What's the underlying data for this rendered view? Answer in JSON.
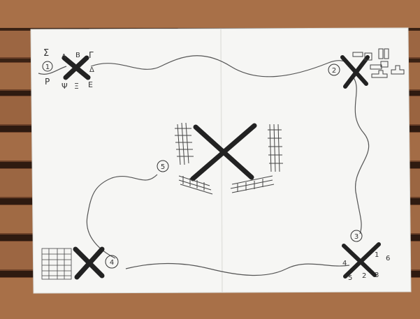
{
  "photo": {
    "subject": "hand-drawn map sheet on wooden bench",
    "colors": {
      "wood": "#9a6640",
      "wood_dark": "#5a3520",
      "paper": "#f7f7f5",
      "ink": "#2a2a2a"
    }
  },
  "stations": [
    {
      "number": "1"
    },
    {
      "number": "2"
    },
    {
      "number": "3"
    },
    {
      "number": "4"
    },
    {
      "number": "5"
    }
  ],
  "glyphs": {
    "corner_top_left": [
      "Σ",
      "Α",
      "Β",
      "Γ",
      "Δ",
      "Ρ",
      "Ψ",
      "Ξ",
      "Ε"
    ],
    "corner_bottom_right": [
      "1",
      "2",
      "3",
      "4",
      "5",
      "6"
    ]
  }
}
